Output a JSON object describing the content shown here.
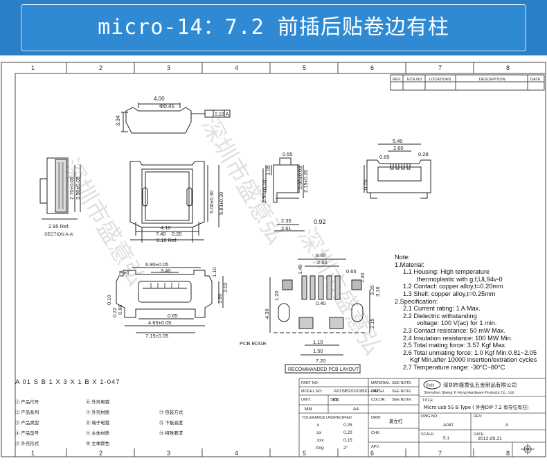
{
  "banner": {
    "title": "micro-14：7.2 前插后贴卷边有柱"
  },
  "frame": {
    "top_zones": [
      "1",
      "2",
      "3",
      "4",
      "5",
      "6",
      "7",
      "8"
    ],
    "bottom_zones": [
      "1",
      "2",
      "3",
      "4",
      "5",
      "6",
      "7",
      "8"
    ]
  },
  "revision_table": {
    "headers": [
      "REV.",
      "ECN NO",
      "LOCATIONS",
      "DESCRIPTION",
      "DATE"
    ]
  },
  "views": {
    "top": {
      "d1": "4.00",
      "d2": "Φ0.45",
      "d3": "3.34",
      "d4": "0.10",
      "d5": "A"
    },
    "section": {
      "d1": "2.70±0.05",
      "d2": "3.50±0.05",
      "d3": "2.95 Ref.",
      "label": "SECTION A-A'"
    },
    "front": {
      "d1": "5.00±0.30",
      "d2": "5.83±0.30",
      "d3": "4.10",
      "d4": "7.40",
      "d5": "0.20",
      "d6": "8.10 Ref."
    },
    "side": {
      "d1": "0.55",
      "d2": "1.05",
      "d3": "2.50±0.10",
      "d4": "0.90±0.03",
      "d5": "2.15±0.20",
      "d6": "2.35",
      "d7": "2.61",
      "d8": "0.92"
    },
    "right": {
      "d1": "5.40",
      "d2": "2.60",
      "d3": "0.28",
      "d4": "0.65",
      "d5": "0.70"
    },
    "bottom": {
      "d1": "6.90±0.05",
      "d2": "3.40",
      "d3": "Pin1",
      "d4": "1.10",
      "d5": "1.80",
      "d6": "2.02",
      "d7": "0.10",
      "d8": "0.22",
      "d9": "0.60",
      "d10": "0.65",
      "d11": "4.65±0.05",
      "d12": "7.15±0.05"
    },
    "pcb": {
      "d1": "6.40",
      "d2": "2.60",
      "d3": "0.65",
      "d4": "1.40",
      "d5": "0.40",
      "d6": "1.20",
      "d7": "1.30",
      "d8": "3.25",
      "d9": "3.16",
      "d10": "2.15",
      "d11": "4.30",
      "d12": "1.10",
      "d13": "1.50",
      "d14": "7.20",
      "edge": "PCB EDGE",
      "label": "RECOMMANDED PCB LAYOUT"
    }
  },
  "notes": [
    "Note:",
    "1.Material:",
    "1.1 Housing: High temperature",
    "thermoplastic with g.f,UL94v-0",
    "1.2 Contact: copper alloy,t=0.20mm",
    "1.3 Shell: copper alloy,t=0.25mm",
    "2.Specification:",
    "2.1 Current rating: 1 A Max.",
    "2.2 Dielectric withstanding",
    "voltage: 100 V(ac) for 1 min.",
    "2.3 Contact resistance: 50 mW Max.",
    "2.4 Insulation resistance: 100 MW Min.",
    "2.5 Total mating force: 3.57 Kgf Max.",
    "2.6 Total unmating force: 1.0 Kgf Min.0.81~2.05",
    "Kgf Min.after 10000 insertion/extration cycles",
    "2.7 Temperature range: -30°C~80°C"
  ],
  "code_legend": {
    "part_code": "A 01 S B 1 X 3 X 1 B X 1-047",
    "items": [
      "① 产品代号",
      "② 产品系列",
      "③ 产品类型",
      "④ 产品型号",
      "⑤ 外壳形式",
      "⑥ 外壳电镀",
      "⑦ 外壳材质",
      "⑧ 端子电镀",
      "⑨ 主体材质",
      "⑩ 主体颜色",
      "⑪ 包装方式",
      "⑫ 下板高度",
      "⑬ 特殊要求"
    ]
  },
  "title_block": {
    "part_no_label": "PART NO:",
    "part_no": "A01SB1X3X1BX1-047",
    "material_label": "MATERIAL:",
    "material": "SEE NOTE",
    "model_label": "MODEL NO:",
    "model": "XX",
    "finish_label": "FINISH:",
    "finish": "SEE NOTE",
    "company_cn": "深圳市盛意弘五金制品有限公司",
    "company_en": "Shenzhen Sheng Yi Hong Hardware Products Co., Ltd.",
    "logo": "SYH",
    "unit_label": "UNIT:",
    "unit": "MM",
    "size_label": "SIZE:",
    "size": "A4",
    "color_label": "COLOR:",
    "color": "SEE NOTE",
    "title_label": "TITLE:",
    "title": "Micro usb 5S B Type ( 外壳DIP 7.2 有导位有柱)",
    "tol_label": "TOLERANCE UNSPECIFIED",
    "tol": [
      [
        ".x",
        "0.25"
      ],
      [
        ".xx",
        "0.20"
      ],
      [
        ".xxx",
        "0.15"
      ],
      [
        "Ang",
        "2°"
      ]
    ],
    "drw_label": "DRW:",
    "drw": "夏左红",
    "chk_label": "CHK:",
    "apv_label": "APV:",
    "dwg_label": "DWG.NO:",
    "dwg": "A047",
    "rev_label": "REV:",
    "rev": "A",
    "scale_label": "SCALE:",
    "scale": "5:1",
    "date_label": "DATE:",
    "date": "2012.05.21"
  },
  "watermark": "深圳市盛意弘"
}
